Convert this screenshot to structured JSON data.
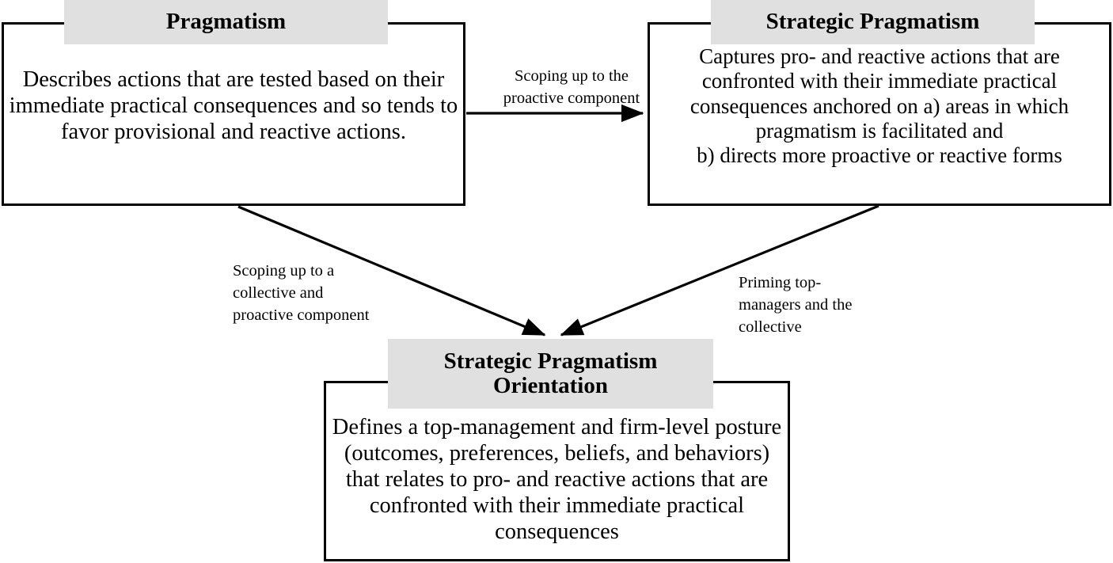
{
  "diagram": {
    "title_visible": false,
    "colors": {
      "header_fill": "#e0e0e0",
      "border": "#000000",
      "text": "#000000",
      "background": "#ffffff"
    },
    "nodes": [
      {
        "id": "pragmatism",
        "header": "Pragmatism",
        "body": "Describes actions that are tested based on their immediate practical consequences and so tends to favor provisional and reactive actions."
      },
      {
        "id": "strategic_pragmatism",
        "header": "Strategic Pragmatism",
        "body": "Captures pro- and reactive actions that are confronted with their immediate practical consequences anchored on a) areas in which pragmatism is facilitated  and\nb) directs more proactive or reactive forms"
      },
      {
        "id": "strategic_pragmatism_orientation",
        "header": "Strategic Pragmatism\nOrientation",
        "body": "Defines a top-management and firm-level posture (outcomes, preferences, beliefs, and behaviors) that relates to pro- and reactive actions that are confronted with their immediate practical consequences"
      }
    ],
    "edges": [
      {
        "id": "pragmatism-to-strategic",
        "from": "pragmatism",
        "to": "strategic_pragmatism",
        "label": "Scoping  up to the\nproactive  component",
        "style": "straight-horizontal-arrow"
      },
      {
        "id": "pragmatism-to-orientation",
        "from": "pragmatism",
        "to": "strategic_pragmatism_orientation",
        "label": "Scoping  up to a\ncollective  and\nproactive  component",
        "style": "diagonal-arrow"
      },
      {
        "id": "strategic-to-orientation",
        "from": "strategic_pragmatism",
        "to": "strategic_pragmatism_orientation",
        "label": "Priming top-\nmanagers and the\ncollective",
        "style": "diagonal-arrow"
      }
    ]
  }
}
